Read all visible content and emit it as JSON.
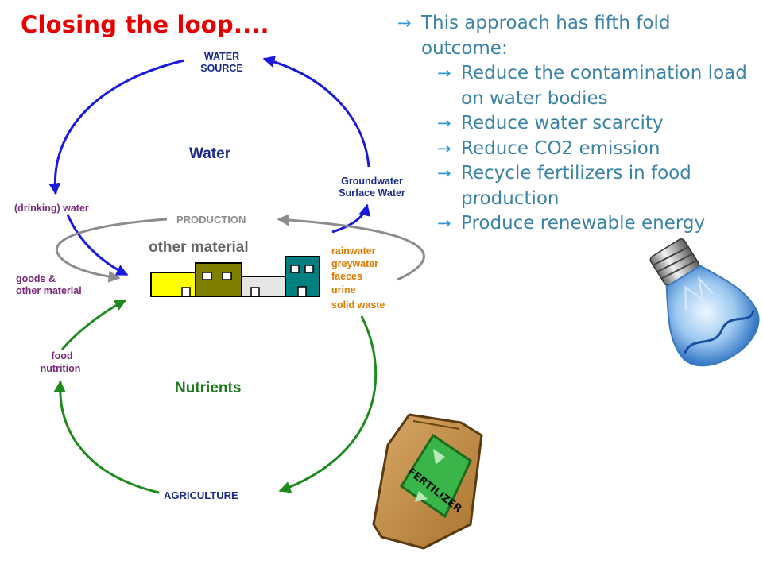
{
  "title": "Closing the loop....",
  "bullets": {
    "main": "This approach has fifth fold outcome:",
    "items": [
      "Reduce the contamination load on water bodies",
      "Reduce water scarcity",
      "Reduce CO2 emission",
      "Recycle fertilizers in food production",
      "Produce renewable energy"
    ],
    "arrow_glyph": "→"
  },
  "diagram": {
    "water_source": [
      "WATER",
      "SOURCE"
    ],
    "water_label": "Water",
    "groundwater": [
      "Groundwater",
      "Surface Water"
    ],
    "drinking_water": "(drinking) water",
    "production": "PRODUCTION",
    "other_material": "other material",
    "goods": [
      "goods &",
      "other material"
    ],
    "outputs": [
      "rainwater",
      "greywater",
      "faeces",
      "urine",
      "solid waste"
    ],
    "food": [
      "food",
      "nutrition"
    ],
    "nutrients_label": "Nutrients",
    "agriculture": "AGRICULTURE"
  },
  "fertilizer_bag_text": "FERTILIZER",
  "colors": {
    "title": "#e60000",
    "bullet_text": "#3a82a6",
    "water_loop": "#1a1adb",
    "nutrient_loop": "#1f8a1f",
    "production_loop": "#8c8c8c",
    "purple_labels": "#7a2a7a",
    "navy_labels": "#1a2a8c",
    "orange_labels": "#e07a00",
    "building_yellow": "#ffff00",
    "building_olive": "#808000",
    "building_grey": "#e6e6e6",
    "building_teal": "#008080"
  }
}
